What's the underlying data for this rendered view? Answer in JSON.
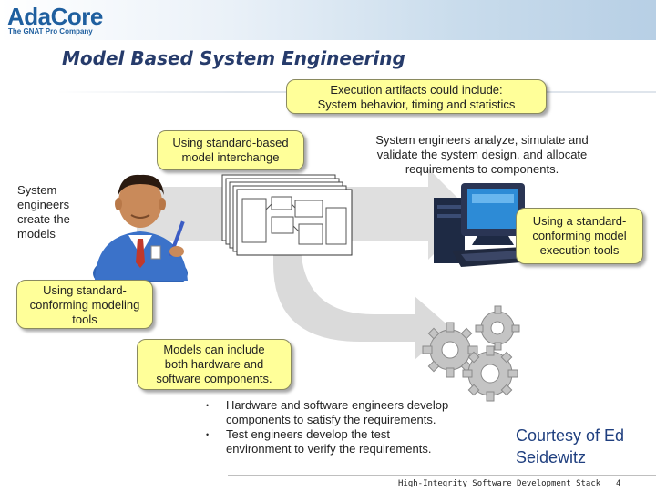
{
  "header": {
    "logo_text": "AdaCore",
    "logo_tagline": "The GNAT Pro Company",
    "brand_color": "#1f5f9f"
  },
  "slide": {
    "title": "Model Based System Engineering"
  },
  "callouts": {
    "execution_artifacts_line1": "Execution artifacts could include:",
    "execution_artifacts_line2": "System behavior, timing and statistics",
    "model_interchange_line1": "Using standard-based",
    "model_interchange_line2": "model interchange",
    "execution_tools_line1": "Using a standard-",
    "execution_tools_line2": "conforming model",
    "execution_tools_line3": "execution tools",
    "modeling_tools_line1": "Using standard-",
    "modeling_tools_line2": "conforming modeling",
    "modeling_tools_line3": "tools",
    "components_line1": "Models can include",
    "components_line2": "both hardware and",
    "components_line3": "software components."
  },
  "text": {
    "analyze_line1": "System engineers analyze, simulate and",
    "analyze_line2": "validate the system design, and allocate",
    "analyze_line3": "requirements to components.",
    "create_line1": "System",
    "create_line2": "engineers",
    "create_line3": "create the",
    "create_line4": "models"
  },
  "bullets": [
    {
      "line1": "Hardware and software engineers develop",
      "line2": "components to satisfy the requirements."
    },
    {
      "line1": "Test engineers develop the test",
      "line2": "environment to verify the requirements."
    }
  ],
  "courtesy": {
    "line1": "Courtesy of Ed",
    "line2": "Seidewitz",
    "color": "#1f3f7f"
  },
  "footer": {
    "text": "High-Integrity Software Development Stack",
    "page_number": "4"
  },
  "icons": [
    "engineer-icon",
    "model-documents-icon",
    "computer-workstation-icon",
    "gears-icon",
    "flow-arrow-icon"
  ],
  "colors": {
    "callout_fill": "#ffff99",
    "arrow_gray": "#d9d9d9"
  }
}
